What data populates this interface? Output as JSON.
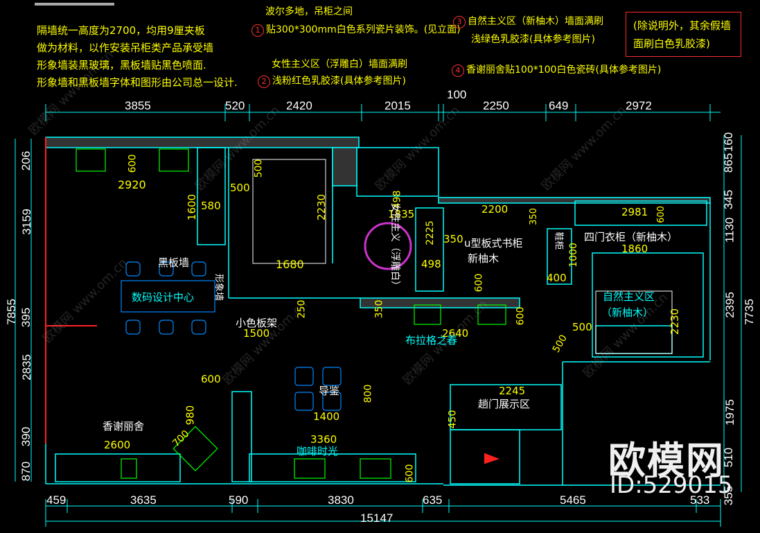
{
  "notes": {
    "general": [
      "隔墙统一高度为2700，均用9厘夹板",
      "做为材料，以作安装吊柜类产品承受墙",
      "形象墙装黑玻璃，黑板墙贴黑色喷面.",
      "形象墙和黑板墙字体和图形由公司总一设计."
    ],
    "n1_title": "波尔多地，吊柜之间",
    "n1_num": "1",
    "n1_body": "贴300*300mm白色系列瓷片装饰。(见立面)",
    "n2_num": "2",
    "n2_line1": "女性主义区（浮雕白）墙面满刷",
    "n2_line2": "浅粉红色乳胶漆(具体参考图片)",
    "n3_num": "3",
    "n3_line1": "自然主义区（新柚木）墙面满刷",
    "n3_line2": "浅绿色乳胶漆(具体参考图片)",
    "n4_num": "4",
    "n4_text": "香谢丽舍贴100*100白色瓷砖(具体参考图片)",
    "box_line1": "(除说明外，其余假墙",
    "box_line2": "面刷白色乳胶漆)"
  },
  "dims_top": [
    "3855",
    "520",
    "2420",
    "2015",
    "100",
    "2250",
    "649",
    "2972"
  ],
  "dims_bottom": [
    "459",
    "3635",
    "590",
    "3830",
    "635",
    "5465",
    "533"
  ],
  "dim_total_bottom": "15147",
  "dims_left": [
    "206",
    "3159",
    "395",
    "2835",
    "390",
    "870"
  ],
  "dim_left_total": "7855",
  "dims_right": [
    "865",
    "160",
    "345",
    "1130",
    "2395",
    "1975",
    "510",
    "355"
  ],
  "dim_right_total": "7735",
  "inner_dims": {
    "d600a": "600",
    "d2920": "2920",
    "d500a": "500",
    "d500b": "500",
    "d580": "580",
    "d1600": "1600",
    "d2230a": "2230",
    "d1680": "1680",
    "d498a": "498",
    "d1835": "1835",
    "d2225": "2225",
    "d498b": "498",
    "d350a": "350",
    "d2200": "2200",
    "d350b": "350",
    "d2981": "2981",
    "d600b": "600",
    "d1000": "1000",
    "d400": "400",
    "d1860": "1860",
    "d600c": "600",
    "d250": "250",
    "d350c": "350",
    "d600d": "600",
    "d500c": "500",
    "d2230b": "2230",
    "d2640": "2640",
    "d1500": "1500",
    "d600e": "600",
    "d980": "980",
    "d800": "800",
    "d1400": "1400",
    "d2245": "2245",
    "d450": "450",
    "d700": "700",
    "d2600": "2600",
    "d3360": "3360",
    "d600f": "600",
    "d500d": "500"
  },
  "labels": {
    "blackboard": "黑板墙",
    "digital_center": "数码设计中心",
    "image_wall": "形象墙",
    "small_shelf": "小色板架",
    "female_zone": "女性主义（浮雕白）",
    "u_bookcase": "u型板式书柜",
    "new_teak_a": "新柚木",
    "wardrobe": "四门衣柜（新柚木）",
    "natural_zone": "自然主义区",
    "new_teak_b": "（新柚木）",
    "shoe_cab": "鞋柜",
    "bulla": "布拉格之春",
    "guide": "导鉴",
    "door_show": "趟门展示区",
    "champs": "香谢丽舍",
    "coffee": "咖啡时光"
  },
  "brand": {
    "name": "欧模网",
    "id": "ID:529015",
    "watermark": "欧模网 www.om.cn"
  },
  "colors": {
    "background": "#000000",
    "wall": "#00ffff",
    "dim": "#ffffff",
    "note": "#ffff00",
    "accent": "#ff3030",
    "furniture": "#00ff00",
    "highlight": "#cc33cc"
  }
}
